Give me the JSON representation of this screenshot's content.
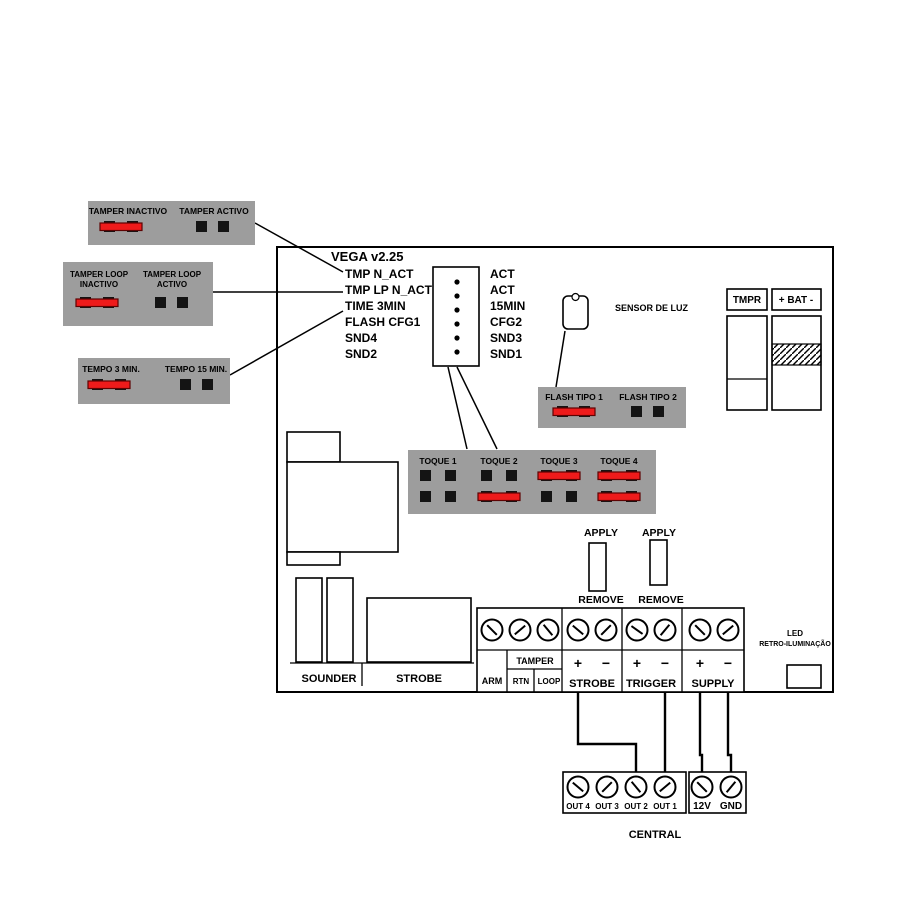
{
  "board": {
    "title": "VEGA v2.25",
    "pins_left": [
      "TMP N_ACT",
      "TMP LP N_ACT",
      "TIME 3MIN",
      "FLASH CFG1",
      "SND4",
      "SND2"
    ],
    "pins_right": [
      "ACT",
      "ACT",
      "15MIN",
      "CFG2",
      "SND3",
      "SND1"
    ],
    "sensor_label": "SENSOR DE LUZ",
    "tmpr_label": "TMPR",
    "battery_label": "+ BAT -",
    "sounder_label": "SOUNDER",
    "strobe_label": "STROBE",
    "led_line1": "LED",
    "led_line2": "RETRO-ILUMINAÇÃO"
  },
  "callouts": {
    "tamper_inactive": "TAMPER INACTIVO",
    "tamper_active": "TAMPER ACTIVO",
    "loop_inactive_1": "TAMPER LOOP",
    "loop_inactive_2": "INACTIVO",
    "loop_active_1": "TAMPER LOOP",
    "loop_active_2": "ACTIVO",
    "tempo_3": "TEMPO 3 MIN.",
    "tempo_15": "TEMPO 15 MIN.",
    "flash_1": "FLASH TIPO 1",
    "flash_2": "FLASH TIPO 2",
    "toque": [
      "TOQUE 1",
      "TOQUE 2",
      "TOQUE 3",
      "TOQUE 4"
    ]
  },
  "battery_tabs": {
    "apply": "APPLY",
    "remove": "REMOVE"
  },
  "terminals": {
    "tamper": "TAMPER",
    "arm": "ARM",
    "rtn": "RTN",
    "loop": "LOOP",
    "plus": "+",
    "minus": "−",
    "strobe": "STROBE",
    "trigger": "TRIGGER",
    "supply": "SUPPLY"
  },
  "central": {
    "out_labels": [
      "OUT 4",
      "OUT 3",
      "OUT 2",
      "OUT 1"
    ],
    "v12": "12V",
    "gnd": "GND",
    "title": "CENTRAL"
  },
  "colors": {
    "jumper_red": "#ee1b1b",
    "callout_gray": "#9d9d9d",
    "line_black": "#000000"
  }
}
